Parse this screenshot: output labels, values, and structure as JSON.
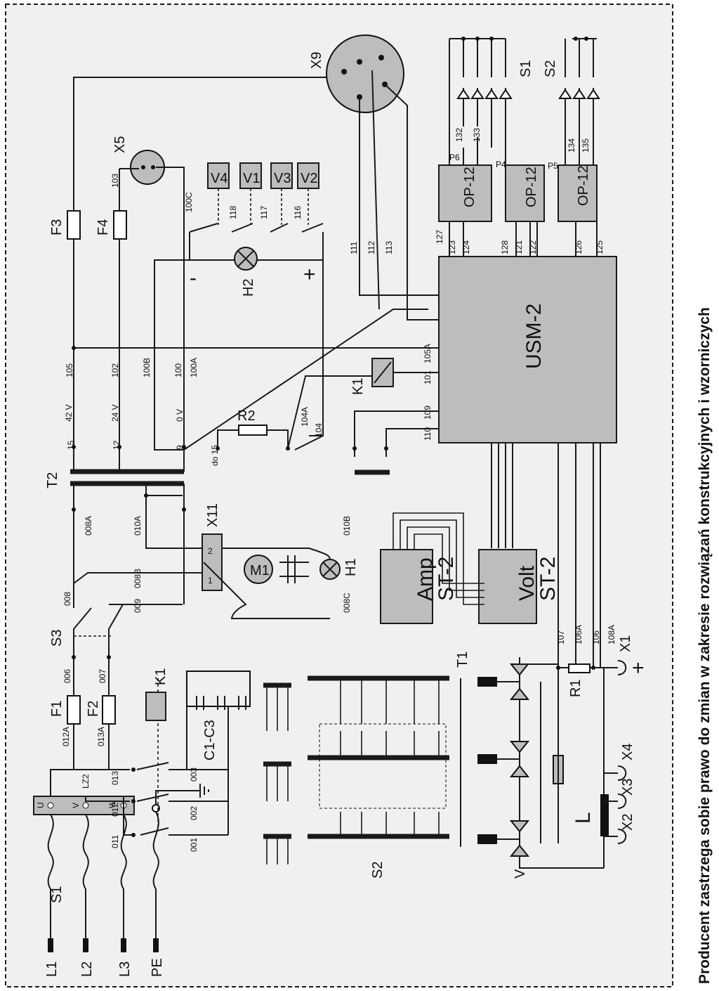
{
  "diagram": {
    "modules": {
      "usm": "USM-2",
      "amp": [
        "Amp",
        "ST-2"
      ],
      "volt": [
        "Volt",
        "ST-2"
      ],
      "op": [
        "OP-12",
        "OP-12",
        "OP-12"
      ]
    },
    "components": {
      "f1": "F1",
      "f2": "F2",
      "f3": "F3",
      "f4": "F4",
      "s1": "S1",
      "s2": "S2",
      "s3": "S3",
      "s1b": "S1",
      "s2b": "S2",
      "k1a": "K1",
      "k1b": "K1",
      "t1": "T1",
      "t2": "T2",
      "x1": "X1",
      "x2": "X2",
      "x3": "X3",
      "x4": "X4",
      "x5": "X5",
      "x9": "X9",
      "x11": "X11",
      "h1": "H1",
      "h2": "H2",
      "m1": "M1",
      "r1": "R1",
      "r2": "R2",
      "l": "L",
      "v": "V",
      "c": "C1-C3",
      "lz2": "LZ2",
      "p4": "P4",
      "p5": "P5",
      "p6": "P6"
    },
    "terminals": [
      "L1",
      "L2",
      "L3",
      "PE"
    ],
    "phases": [
      "U",
      "V",
      "W"
    ],
    "voltages": [
      "42 V",
      "24 V",
      "0 V"
    ],
    "leds": [
      "V4",
      "V1",
      "V3",
      "V2"
    ],
    "wires": [
      "006",
      "007",
      "008",
      "008A",
      "008B",
      "008C",
      "009",
      "010A",
      "010B",
      "011",
      "012",
      "012A",
      "013",
      "013A",
      "001",
      "002",
      "003",
      "100",
      "100A",
      "100B",
      "100C",
      "101",
      "102",
      "103",
      "104",
      "104A",
      "105",
      "105A",
      "106",
      "106A",
      "107",
      "108A",
      "109",
      "110",
      "111",
      "112",
      "113",
      "116",
      "117",
      "118",
      "121",
      "122",
      "123",
      "124",
      "125",
      "126",
      "127",
      "128",
      "132",
      "133",
      "134",
      "135"
    ],
    "signs": {
      "plus": "+",
      "minus": "-",
      "do15": "do 15"
    }
  },
  "footer_note": "Producent zastrzega sobie prawo do zmian w zakresie rozwiązań konstrukcyjnych i wzorniczych"
}
